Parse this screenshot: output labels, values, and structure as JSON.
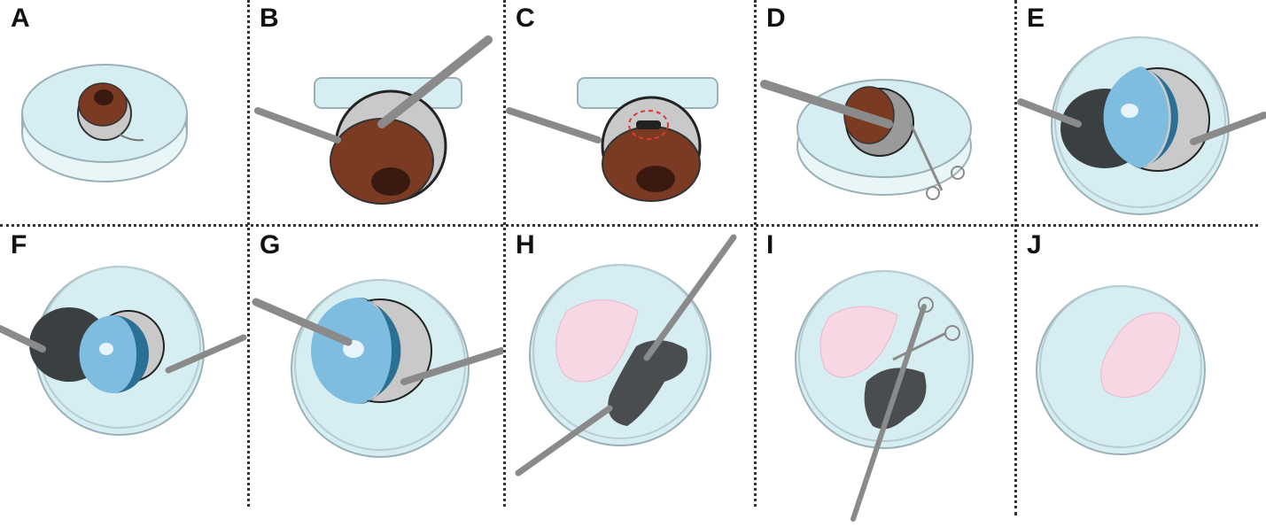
{
  "panels": [
    {
      "id": "A",
      "label": "A",
      "scene": "intact-eye-in-dish"
    },
    {
      "id": "B",
      "label": "B",
      "scene": "eye-held-with-forceps-and-scalpel"
    },
    {
      "id": "C",
      "label": "C",
      "scene": "eye-with-incision-marked"
    },
    {
      "id": "D",
      "label": "D",
      "scene": "eye-cut-with-scissors-in-dish"
    },
    {
      "id": "E",
      "label": "E",
      "scene": "cornea-lens-removal"
    },
    {
      "id": "F",
      "label": "F",
      "scene": "eye-cup-opened-in-dish"
    },
    {
      "id": "G",
      "label": "G",
      "scene": "lens-removal-with-forceps"
    },
    {
      "id": "H",
      "label": "H",
      "scene": "retina-separated-with-forceps"
    },
    {
      "id": "I",
      "label": "I",
      "scene": "retina-cut-with-scissors"
    },
    {
      "id": "J",
      "label": "J",
      "scene": "isolated-retina-in-dish"
    }
  ],
  "colors": {
    "dish_fill": "#d6edf2",
    "dish_rim": "#8fa7b0",
    "eye_brown": "#7a3b22",
    "pupil": "#3a1a10",
    "sclera_grey": "#b8b8b8",
    "lens_blue": "#5ea9d3",
    "lens_dark": "#2c6f95",
    "eyecup_dark": "#3a3f42",
    "retina_pink": "#f7d7e3",
    "tool_grey": "#8a8a8a",
    "incision_red": "#e03a2f"
  }
}
